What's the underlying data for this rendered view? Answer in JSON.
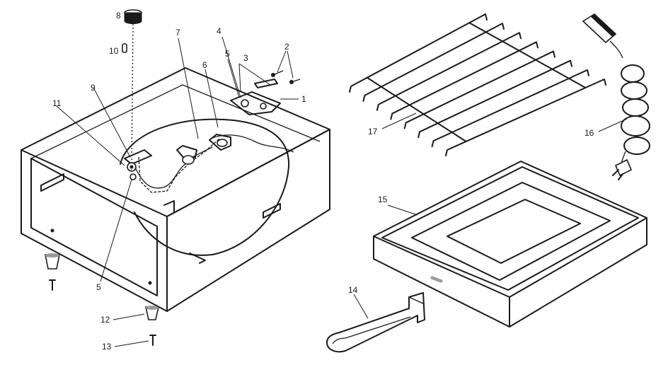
{
  "callouts": {
    "c1": "1",
    "c2": "2",
    "c3": "3",
    "c4": "4",
    "c5a": "5",
    "c5b": "5",
    "c6": "6",
    "c7": "7",
    "c8": "8",
    "c9": "9",
    "c10": "10",
    "c11": "11",
    "c12": "12",
    "c13": "13",
    "c14": "14",
    "c15": "15",
    "c16": "16",
    "c17": "17"
  },
  "icons": [
    "oven-housing",
    "control-knob",
    "thermostat",
    "heating-element",
    "power-cord",
    "broiler-rack",
    "broiler-pan",
    "pan-handle",
    "rubber-foot",
    "screw"
  ]
}
